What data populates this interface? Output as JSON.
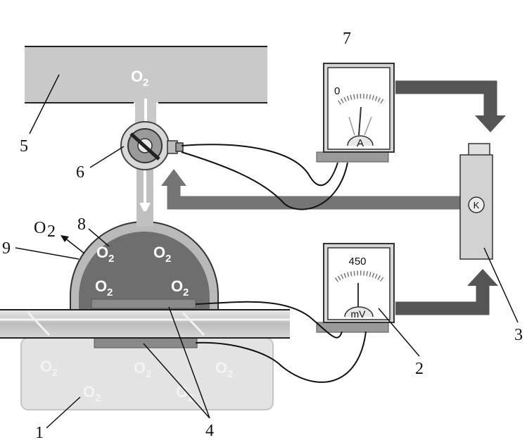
{
  "gas_label": "O",
  "gas_subscript": "2",
  "labels": {
    "l1": "1",
    "l2": "2",
    "l3": "3",
    "l4": "4",
    "l5": "5",
    "l6": "6",
    "l7": "7",
    "l8": "8",
    "l9": "9"
  },
  "ammeter": {
    "reading": "0",
    "unit": "A"
  },
  "voltmeter": {
    "reading": "450",
    "unit": "mV"
  },
  "controller_symbol": "K",
  "colors": {
    "pipe": "#c8c8c8",
    "chamber": "#6e6e6e",
    "arrow": "#555555",
    "electrode": "#8a8a8a",
    "box": "#d2d2d2"
  }
}
